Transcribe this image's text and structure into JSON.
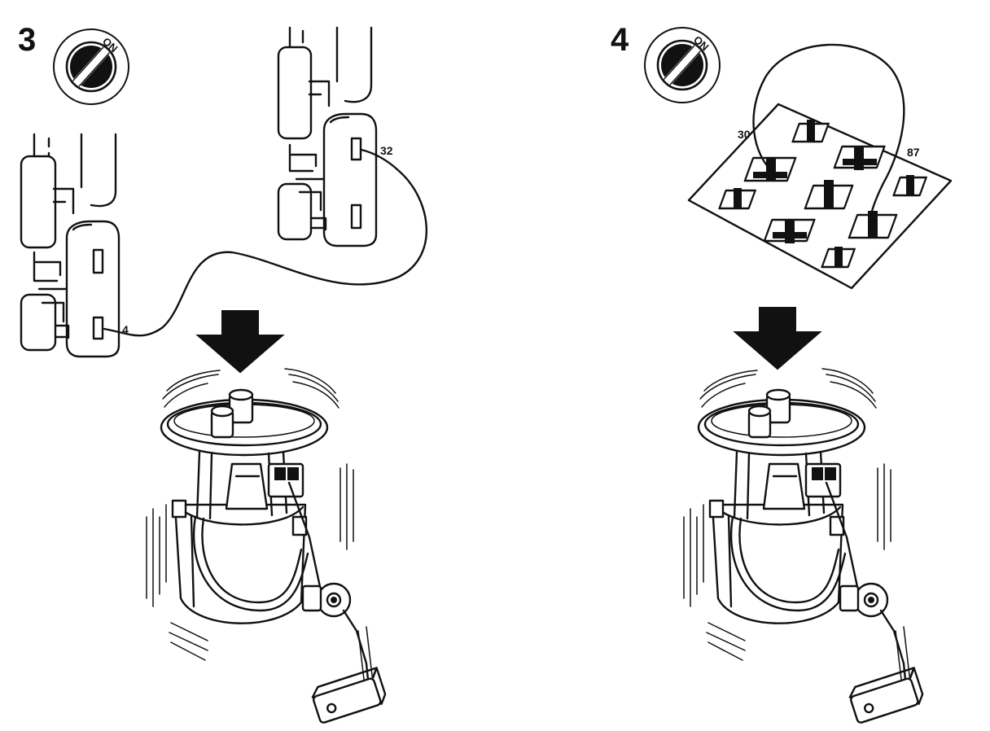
{
  "steps": [
    {
      "number": "3",
      "ignition_label": "ON",
      "wire_terminals": [
        "4",
        "32"
      ]
    },
    {
      "number": "4",
      "ignition_label": "ON",
      "wire_terminals": [
        "30",
        "87"
      ]
    }
  ]
}
